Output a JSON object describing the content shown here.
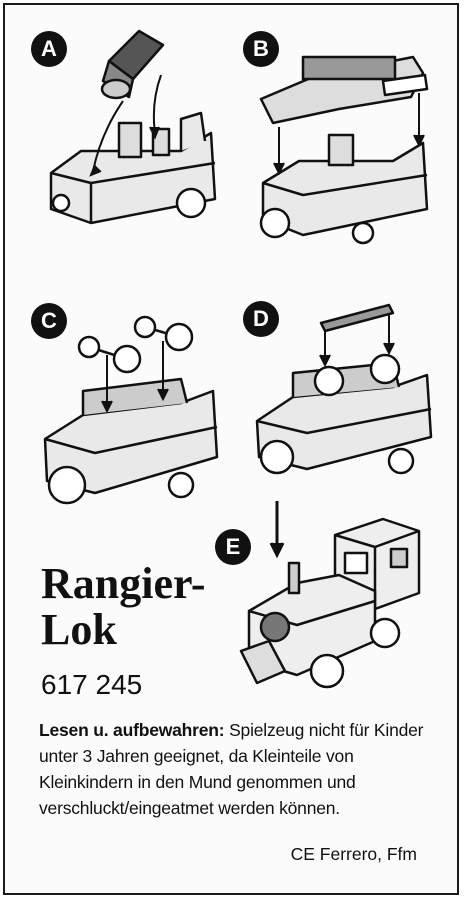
{
  "steps": [
    {
      "label": "A"
    },
    {
      "label": "B"
    },
    {
      "label": "C"
    },
    {
      "label": "D"
    },
    {
      "label": "E"
    }
  ],
  "product": {
    "title_line1": "Rangier-",
    "title_line2": "Lok",
    "article_number": "617 245"
  },
  "notice": {
    "heading": "Lesen u. aufbewahren:",
    "body": " Spielzeug nicht für Kinder unter 3 Jahren geeignet, da Kleinteile von Kleinkindern in den Mund genommen und verschluckt/eingeatmet werden können.",
    "mark": "CE",
    "manufacturer": "Ferrero, Ffm"
  }
}
